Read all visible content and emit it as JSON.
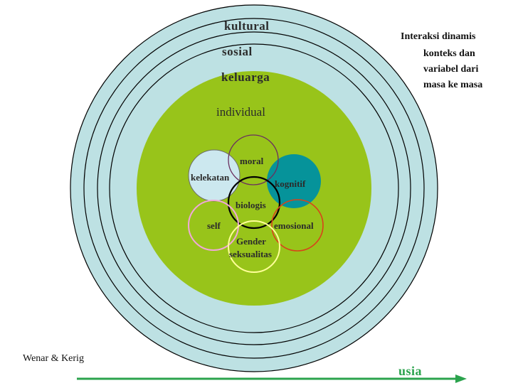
{
  "layers": {
    "kultural": "kultural",
    "sosial": "sosial",
    "keluarga": "keluarga",
    "individual": "individual"
  },
  "domains": {
    "moral": "moral",
    "kelekatan": "kelekatan",
    "kognitif": "kognitif",
    "biologis": "biologis",
    "self": "self",
    "emosional": "emosional",
    "gender_line1": "Gender",
    "gender_line2": "seksualitas"
  },
  "notes": {
    "title": "Interaksi dinamis",
    "line1": "konteks dan",
    "line2": "variabel dari",
    "line3": "masa ke masa"
  },
  "credit": "Wenar & Kerig",
  "axis_label": "usia",
  "colors": {
    "outer_ring": "#bde1e3",
    "individual_fill": "#98c41a",
    "kelekatan_fill": "#cce8ef",
    "kognitif_fill": "#06939a",
    "moral_stroke": "#6b2f5e",
    "emosional_stroke": "#d9421a",
    "self_stroke": "#f0a8d8",
    "gender_stroke": "#ffff99",
    "arrow": "#2ba34d"
  }
}
